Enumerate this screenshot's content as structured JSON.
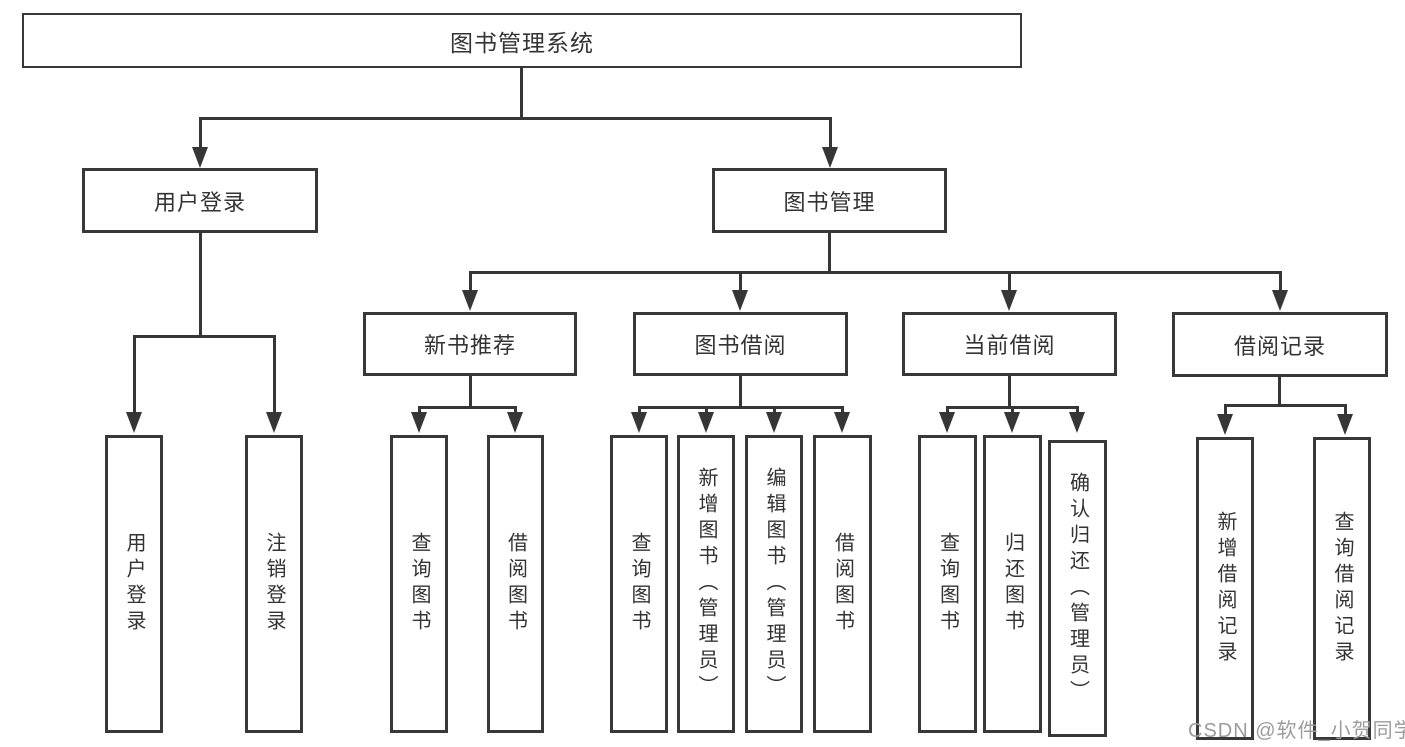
{
  "diagram_title": "图书管理系统",
  "nodes": {
    "root": "图书管理系统",
    "user_login": "用户登录",
    "book_mgmt": "图书管理",
    "new_book_rec": "新书推荐",
    "book_borrow": "图书借阅",
    "current_borrow": "当前借阅",
    "borrow_records": "借阅记录",
    "leaf_user_login": "用户登录",
    "leaf_logout": "注销登录",
    "leaf_nb_query": "查询图书",
    "leaf_nb_borrow": "借阅图书",
    "leaf_bb_query": "查询图书",
    "leaf_bb_add": "新增图书（管理员）",
    "leaf_bb_edit": "编辑图书（管理员）",
    "leaf_bb_borrow": "借阅图书",
    "leaf_cb_query": "查询图书",
    "leaf_cb_return": "归还图书",
    "leaf_cb_confirm": "确认归还（管理员）",
    "leaf_br_add": "新增借阅记录",
    "leaf_br_query": "查询借阅记录"
  },
  "hierarchy": {
    "图书管理系统": {
      "用户登录": [
        "用户登录",
        "注销登录"
      ],
      "图书管理": {
        "新书推荐": [
          "查询图书",
          "借阅图书"
        ],
        "图书借阅": [
          "查询图书",
          "新增图书（管理员）",
          "编辑图书（管理员）",
          "借阅图书"
        ],
        "当前借阅": [
          "查询图书",
          "归还图书",
          "确认归还（管理员）"
        ],
        "借阅记录": [
          "新增借阅记录",
          "查询借阅记录"
        ]
      }
    }
  },
  "watermark": "CSDN @软件_小贺同学",
  "colors": {
    "background": "#ffffff",
    "line": "#363636",
    "border": "#383838",
    "text": "#333333",
    "watermark": "#9c9c9c"
  }
}
